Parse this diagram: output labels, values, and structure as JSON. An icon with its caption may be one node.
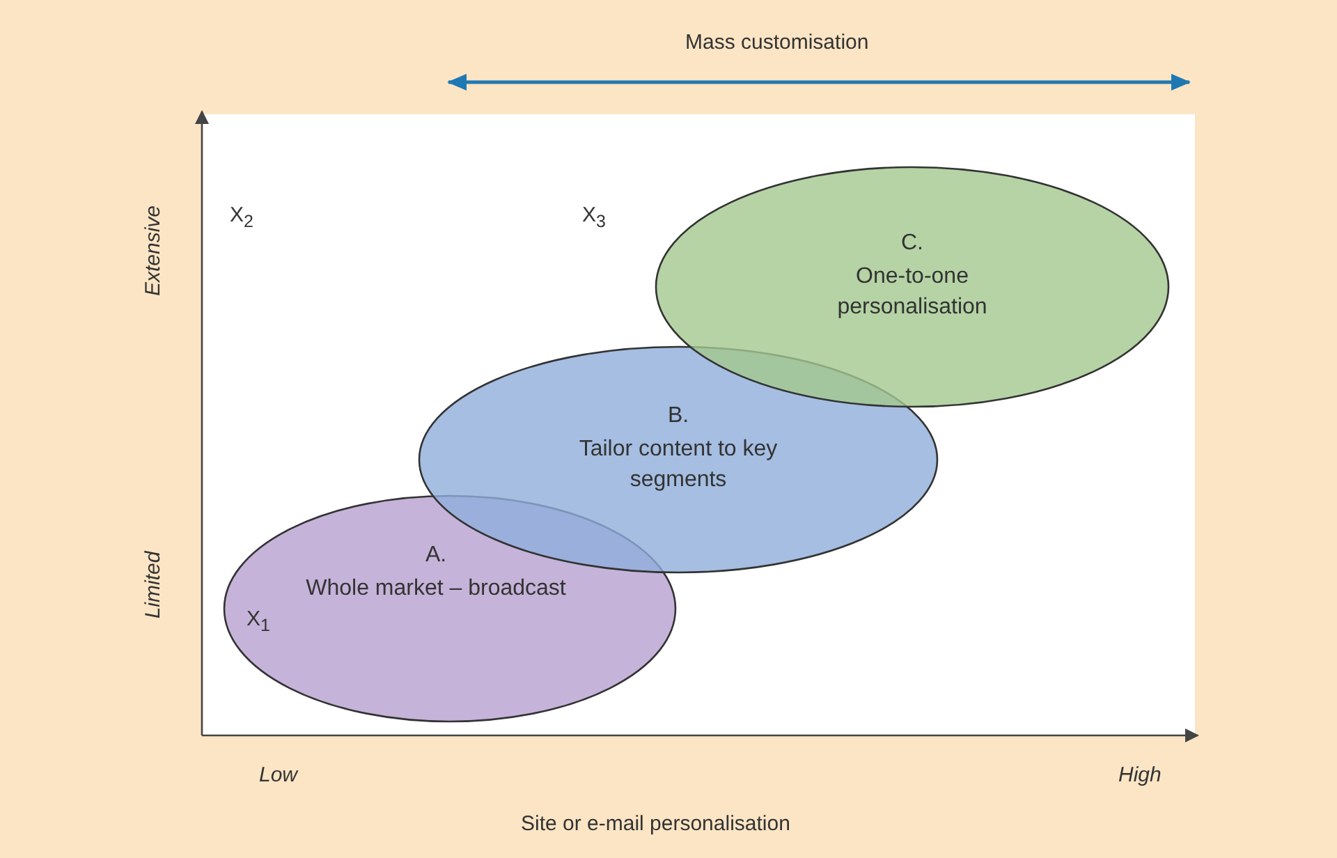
{
  "diagram": {
    "nodes": [
      {
        "text": [
          "A.",
          "Whole market – broadcast"
        ]
      },
      {
        "text": [
          "B.",
          "Tailor content to key segments"
        ]
      },
      {
        "text": [
          "C.",
          "One-to-one personalisation"
        ]
      }
    ],
    "edges": [],
    "labels": [
      "Mass customisation",
      "X$_{2}$",
      "X$_{3}$",
      "Extensive",
      "Limited",
      "X$_{1}$",
      "Low",
      "High",
      "Site or e-mail personalisation"
    ]
  }
}
